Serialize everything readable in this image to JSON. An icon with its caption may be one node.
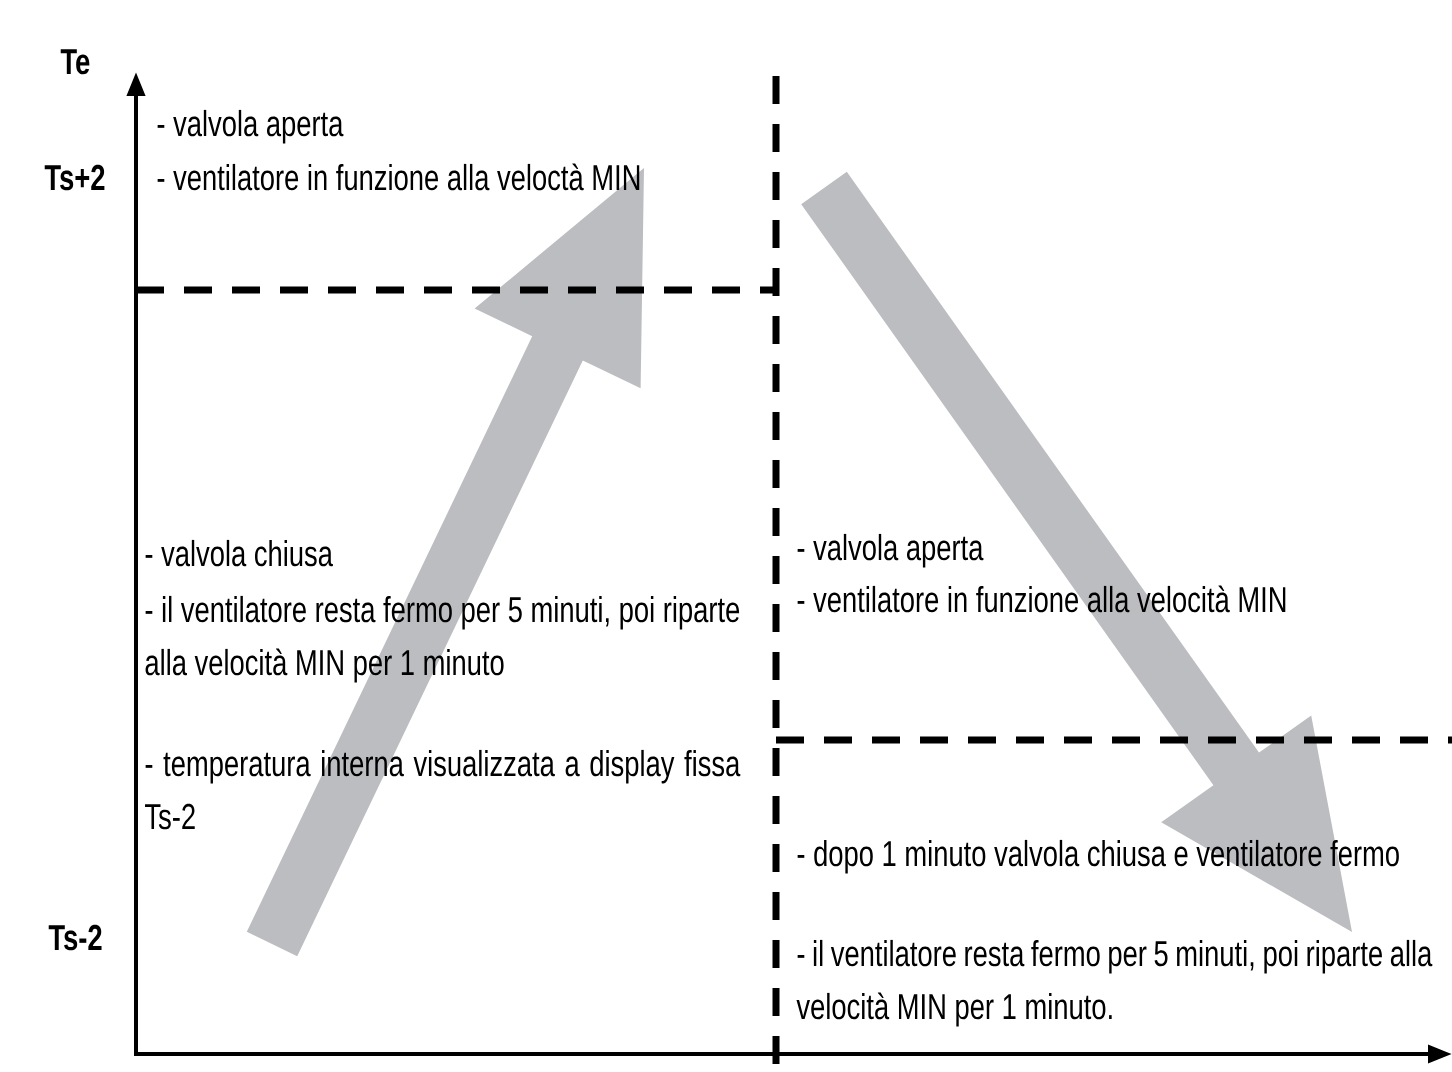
{
  "diagram": {
    "labels": [
      "Te",
      "Ts+2",
      "- valvola aperta",
      "- ventilatore in funzione alla veloctà MIN",
      "- valvola aperta",
      "- ventilatore in funzione alla velocità MIN",
      "- valvola chiusa",
      "- il ventilatore resta fermo per 5 minuti, poi riparte alla velocità MIN per 1 minuto",
      "- temperatura interna visualizzata a display fissa Ts-2",
      "Ts-2",
      "- dopo 1 minuto valvola chiusa e ventilatore fermo",
      "- il ventilatore resta fermo per 5 minuti, poi riparte alla velocità MIN per 1 minuto."
    ]
  }
}
